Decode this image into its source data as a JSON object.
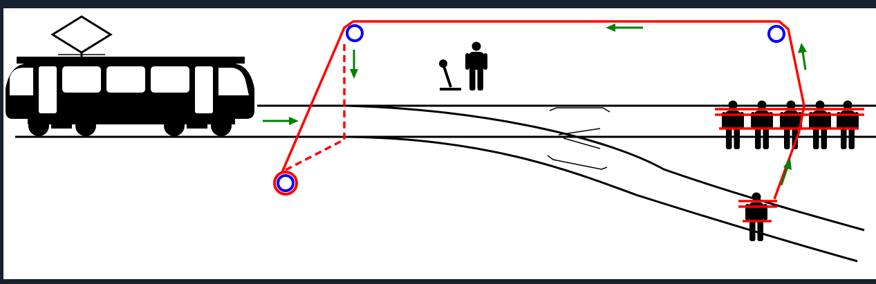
{
  "diagram": {
    "colors": {
      "background": "#18212f",
      "canvas": "#ffffff",
      "ink": "#000000",
      "rope": "#ff0000",
      "pulley": "#0000ff",
      "arrow": "#008000"
    },
    "icons": [
      "tram-icon",
      "pantograph-icon",
      "lever-icon",
      "person-icon",
      "pulley-icon",
      "arrow-icon"
    ],
    "groups": {
      "bystander_count": 1,
      "main_track_people_count": 5,
      "side_track_people_count": 1
    }
  }
}
